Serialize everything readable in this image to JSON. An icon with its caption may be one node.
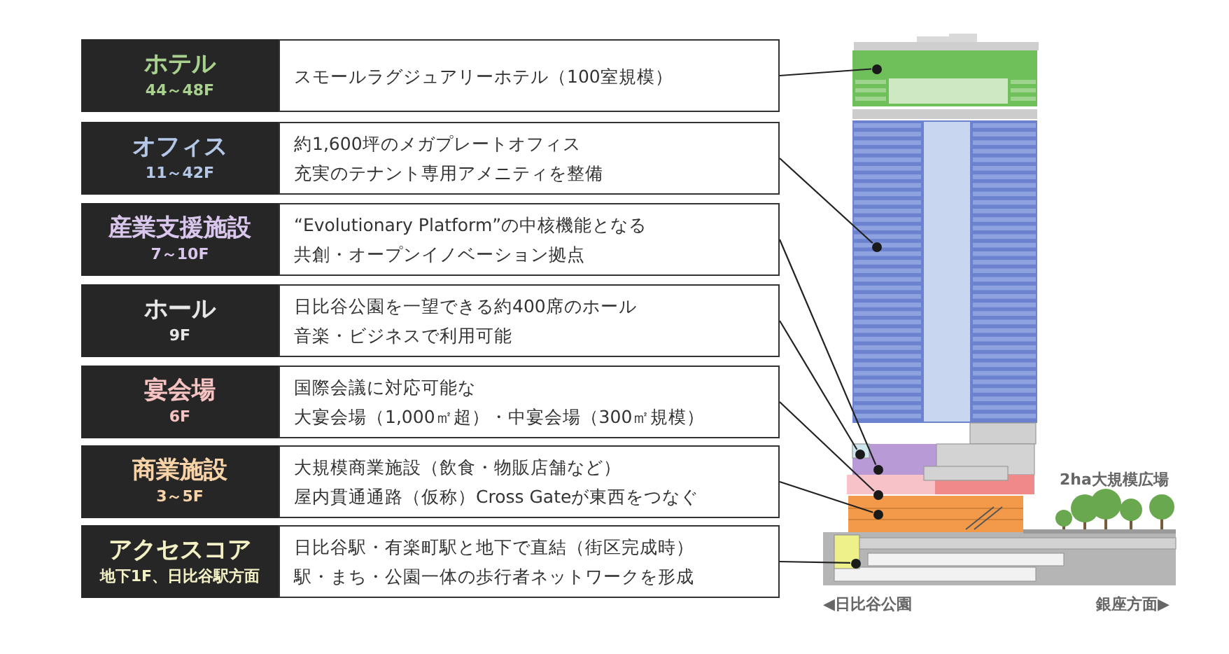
{
  "diagram": {
    "nodes": [
      {
        "text": [
          "ホテル",
          "44～48F"
        ]
      },
      {
        "text": [
          "スモールラグジュアリーホテル（100室規模）"
        ]
      },
      {
        "text": [
          "オフィス",
          "11～42F"
        ]
      },
      {
        "text": [
          "約1,600坪のメガプレートオフィス",
          "充実のテナント専用アメニティを整備"
        ]
      },
      {
        "text": [
          "産業支援施設",
          "7～10F"
        ]
      },
      {
        "text": [
          "“Evolutionary Platform”の中核機能となる",
          "共創・オープンイノベーション拠点"
        ]
      },
      {
        "text": [
          "ホール",
          "9F"
        ]
      },
      {
        "text": [
          "日比谷公園を一望できる約400席のホール",
          "音楽・ビジネスで利用可能"
        ]
      },
      {
        "text": [
          "宴会場",
          "6F"
        ]
      },
      {
        "text": [
          "国際会議に対応可能な",
          "大宴会場（1,000㎡超）・中宴会場（300㎡規模）"
        ]
      },
      {
        "text": [
          "商業施設",
          "3～5F"
        ]
      },
      {
        "text": [
          "大規模商業施設（飲食・物販店舗など）",
          "屋内貫通通路（仮称）Cross Gateが東西をつなぐ"
        ]
      },
      {
        "text": [
          "アクセスコア",
          "地下1F、日比谷駅方面"
        ]
      },
      {
        "text": [
          "日比谷駅・有楽町駅と地下で直結（街区完成時）",
          "駅・まち・公園一体の歩行者ネットワークを形成"
        ]
      },
      {
        "text": [],
        "shape": "circle"
      },
      {
        "text": [],
        "shape": "circle"
      },
      {
        "text": [],
        "shape": "circle"
      },
      {
        "text": [],
        "shape": "circle"
      },
      {
        "text": [],
        "shape": "circle"
      },
      {
        "text": [],
        "shape": "circle"
      },
      {
        "text": [],
        "shape": "circle"
      }
    ],
    "edges": [
      {
        "from": 1,
        "to": 14,
        "arrow": "none"
      },
      {
        "from": 3,
        "to": 15,
        "arrow": "none"
      },
      {
        "from": 5,
        "to": 16,
        "arrow": "none"
      },
      {
        "from": 7,
        "to": 17,
        "arrow": "none"
      },
      {
        "from": 9,
        "to": 18,
        "arrow": "none"
      },
      {
        "from": 11,
        "to": 19,
        "arrow": "none"
      },
      {
        "from": 13,
        "to": 20,
        "arrow": "none"
      }
    ],
    "labels": [
      "2ha大規模広場",
      "◀日比谷公園",
      "銀座方面▶"
    ]
  }
}
